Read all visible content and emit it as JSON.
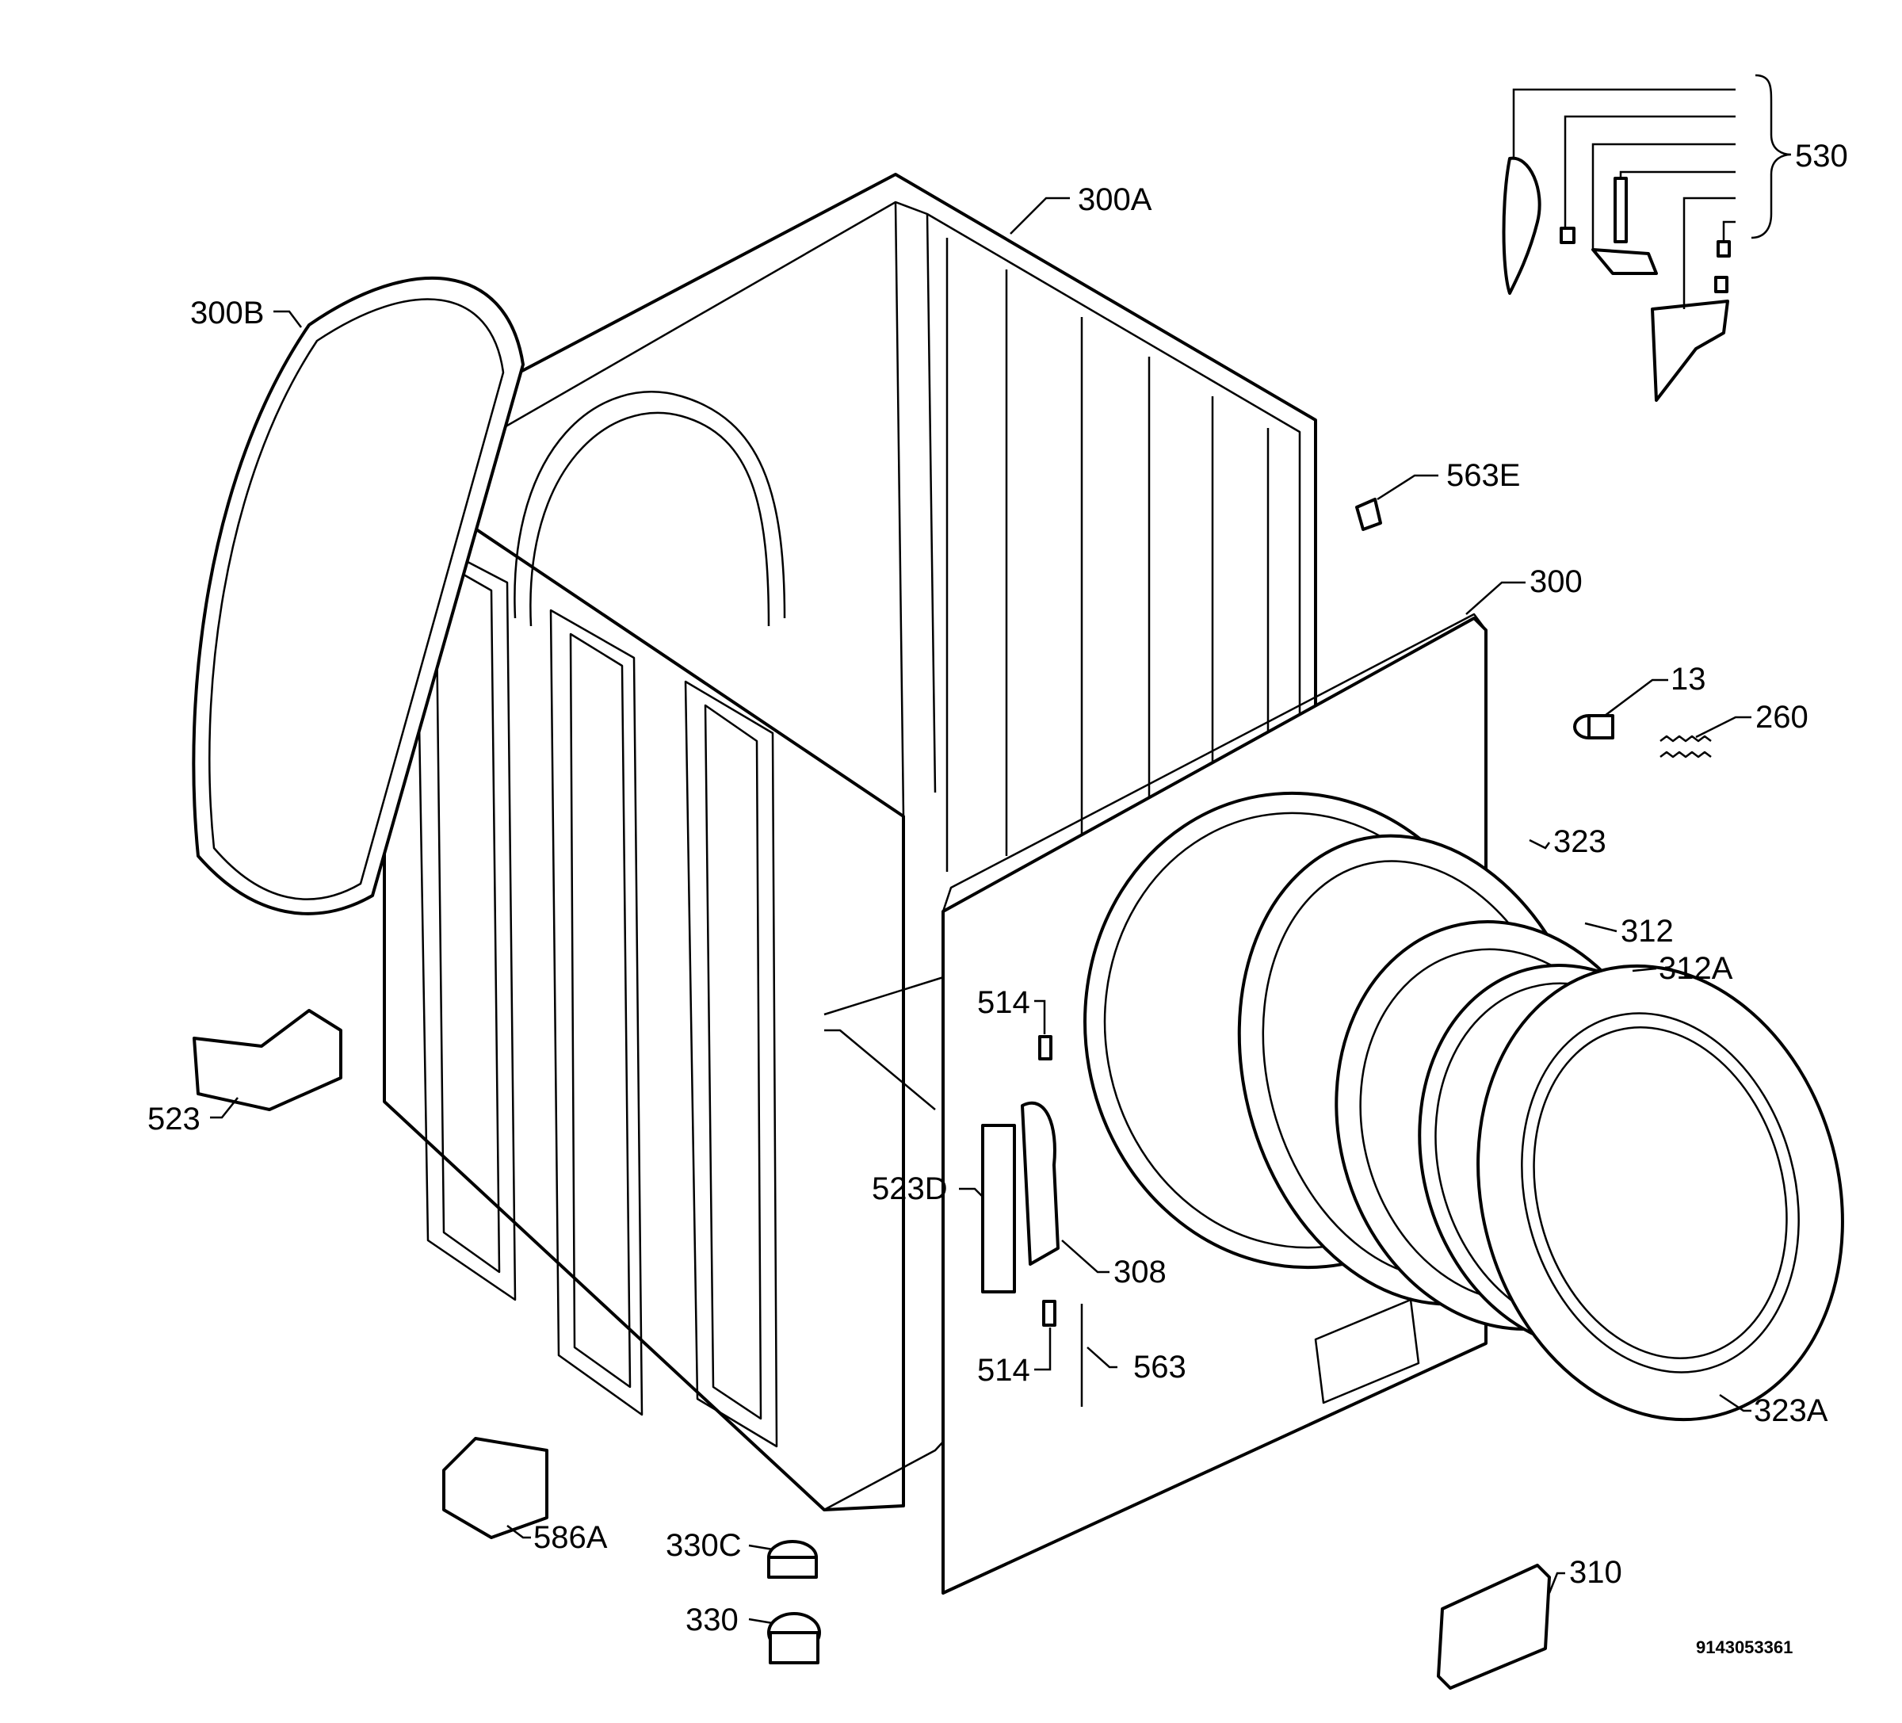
{
  "labels": {
    "l530": "530",
    "l300A": "300A",
    "l300B": "300B",
    "l563E": "563E",
    "l300": "300",
    "l13": "13",
    "l260": "260",
    "l323": "323",
    "l312": "312",
    "l312A": "312A",
    "l514a": "514",
    "l523": "523",
    "l523D": "523D",
    "l308": "308",
    "l514b": "514",
    "l563": "563",
    "l323A": "323A",
    "l586A": "586A",
    "l330C": "330C",
    "l330": "330",
    "l310": "310"
  },
  "drawing_number": "9143053361"
}
